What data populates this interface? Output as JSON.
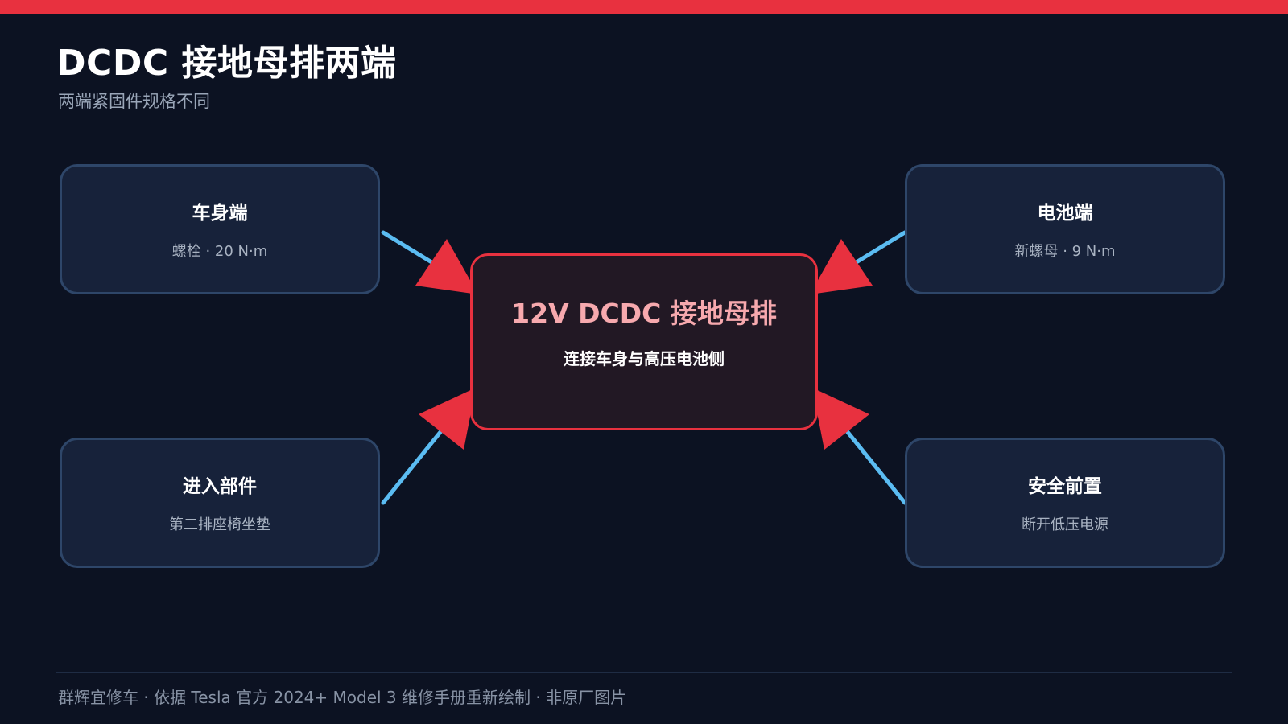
{
  "slide": {
    "title": "DCDC 接地母排两端",
    "subtitle": "两端紧固件规格不同"
  },
  "center": {
    "title": "12V DCDC 接地母排",
    "description": "连接车身与高压电池侧"
  },
  "cards": {
    "top_left": {
      "title": "车身端",
      "description": "螺栓 · 20 N·m"
    },
    "top_right": {
      "title": "电池端",
      "description": "新螺母 · 9 N·m"
    },
    "bottom_left": {
      "title": "进入部件",
      "description": "第二排座椅坐垫"
    },
    "bottom_right": {
      "title": "安全前置",
      "description": "断开低压电源"
    }
  },
  "footer": {
    "text": "群辉宜修车  ·  依据 Tesla 官方 2024+ Model 3 维修手册重新绘制  ·  非原厂图片"
  },
  "colors": {
    "background": "#0c1222",
    "accent_red": "#e8313f",
    "connector_blue": "#5bbcf2",
    "card_fill": "#17223a",
    "card_border": "#2e4669",
    "center_title": "#f7a9ae"
  }
}
